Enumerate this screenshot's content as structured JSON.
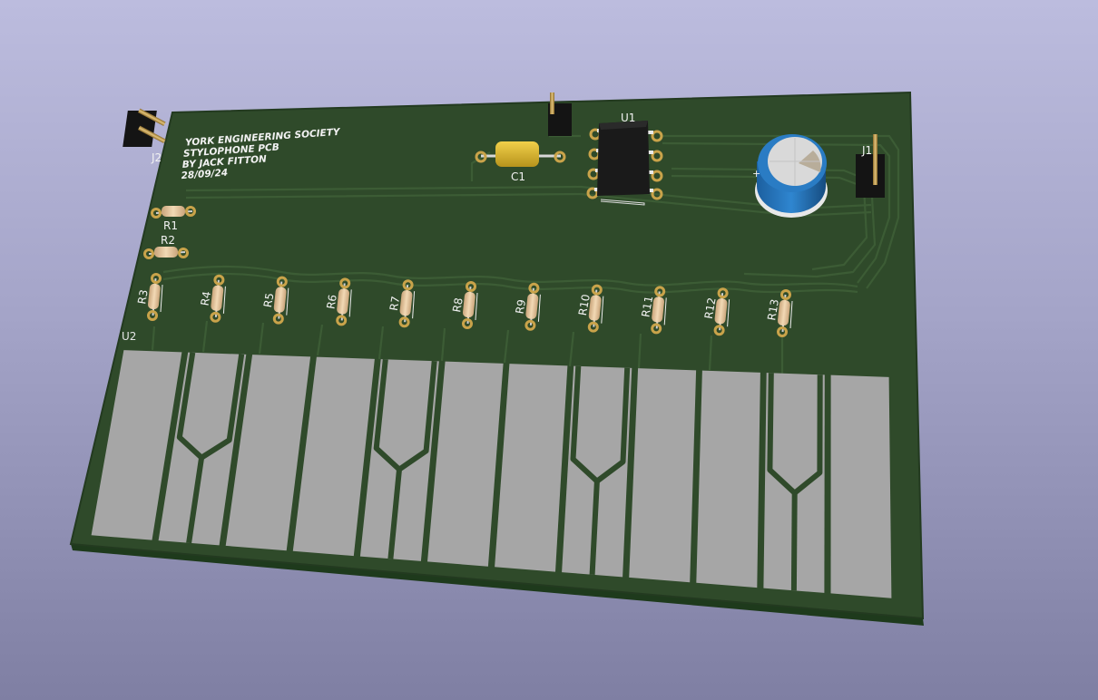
{
  "board": {
    "title_lines": [
      "YORK ENGINEERING SOCIETY",
      "STYLOPHONE PCB",
      "BY JACK FITTON",
      "28/09/24"
    ],
    "colors": {
      "background_top": "#bcbcde",
      "background_bottom": "#7f7fa3",
      "board": "#2f4a2a",
      "board_edge": "#233a20",
      "trace": "#3a5a34",
      "key_pad": "#a6a6a6",
      "silkscreen": "#f2f2f2",
      "pad_gold": "#c9a34a",
      "resistor_body": "#e8c9a0"
    }
  },
  "components": {
    "connectors": [
      "J2",
      "J1"
    ],
    "capacitor": "C1",
    "ic": "U1",
    "keyboard": "U2",
    "top_resistors": [
      "R1",
      "R2"
    ],
    "key_resistors": [
      "R3",
      "R4",
      "R5",
      "R6",
      "R7",
      "R8",
      "R9",
      "R10",
      "R11",
      "R12",
      "R13"
    ]
  },
  "keyboard": {
    "key_count": 12
  }
}
